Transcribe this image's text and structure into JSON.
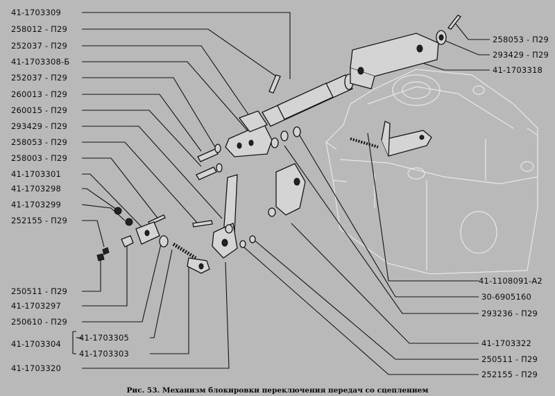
{
  "labels_left": [
    "41-1703309",
    "258012 - П29",
    "252037 - П29",
    "41-1703308-Б",
    "252037 - П29",
    "260013 - П29",
    "260015 - П29",
    "293429 - П29",
    "258053 - П29",
    "258003 - П29",
    "41-1703301",
    "41-1703298",
    "41-1703299",
    "252155 - П29",
    "250511 - П29",
    "41-1703297",
    "250610 - П29",
    "41-1703304",
    "41-1703305",
    "41-1703303",
    "41-1703320"
  ],
  "labels_right": [
    "258053 - П29",
    "293429 - П29",
    "41-1703318",
    "41-1108091-А2",
    "30-6905160",
    "293236 - П29",
    "41-1703322",
    "250511 - П29",
    "252155 - П29"
  ],
  "caption": "Рис. 53. Механизм блокировки переключения передач со сцеплением"
}
